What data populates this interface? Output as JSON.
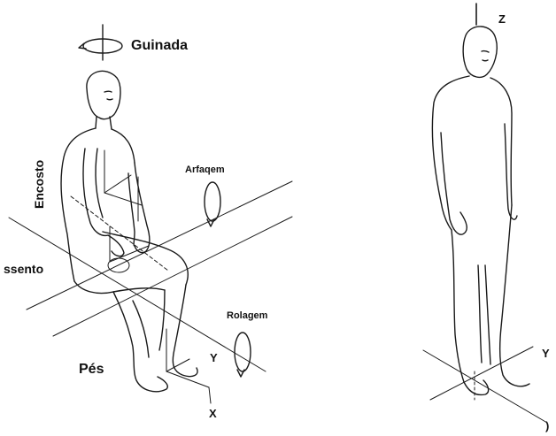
{
  "labels": {
    "guinada": "Guinada",
    "encosto": "Encosto",
    "arfagem": "Arfaqem",
    "assento": "ssento",
    "rolagem": "Rolagem",
    "pes": "Pés",
    "left_x": "X",
    "left_y": "Y",
    "right_z": "Z",
    "right_y": "Y",
    "right_x": ")"
  }
}
